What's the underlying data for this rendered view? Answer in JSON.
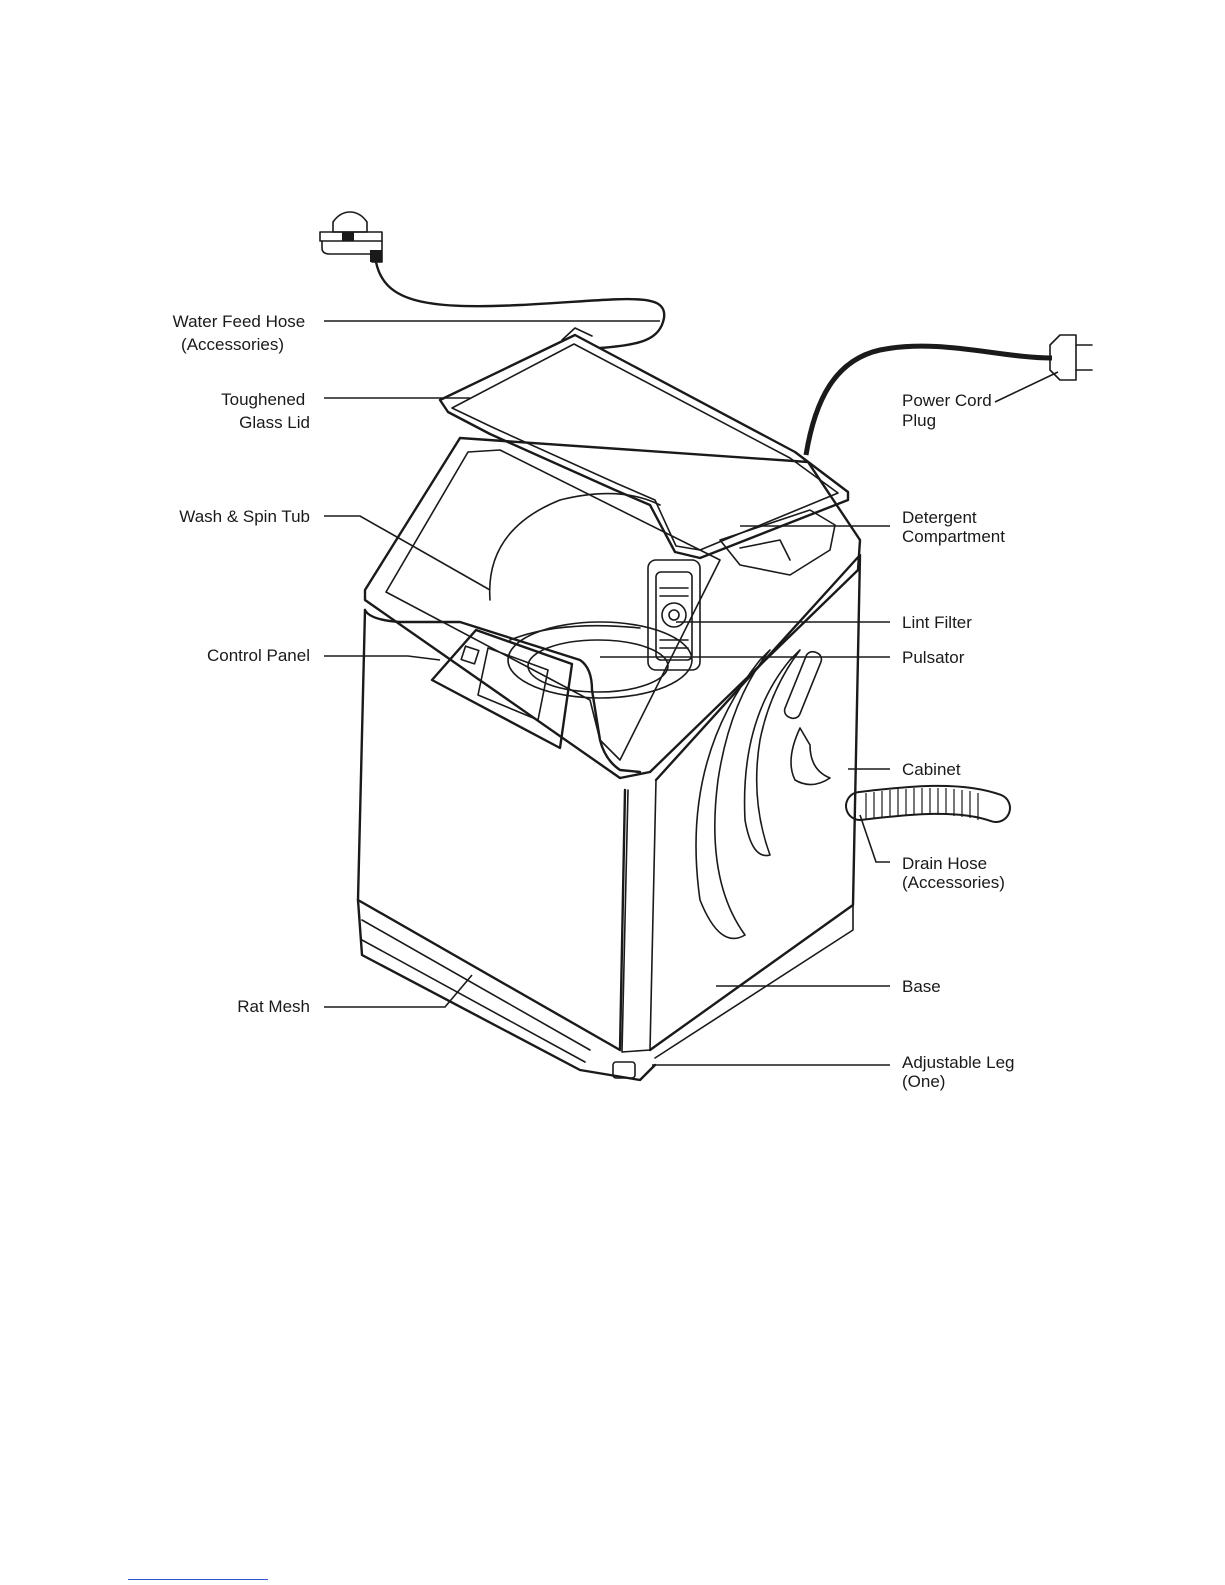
{
  "labels": {
    "water_feed_hose": [
      "Water Feed Hose",
      "(Accessories)"
    ],
    "toughened_glass_lid": [
      "Toughened",
      "Glass Lid"
    ],
    "wash_spin_tub": [
      "Wash & Spin Tub"
    ],
    "control_panel": [
      "Control Panel"
    ],
    "rat_mesh": [
      "Rat Mesh"
    ],
    "power_cord_plug": [
      "Power Cord",
      "Plug"
    ],
    "detergent_compartment": [
      "Detergent",
      "Compartment"
    ],
    "lint_filter": [
      "Lint Filter"
    ],
    "pulsator": [
      "Pulsator"
    ],
    "cabinet": [
      "Cabinet"
    ],
    "drain_hose": [
      "Drain Hose",
      "(Accessories)"
    ],
    "base": [
      "Base"
    ],
    "adjustable_leg": [
      "Adjustable Leg",
      "(One)"
    ]
  }
}
